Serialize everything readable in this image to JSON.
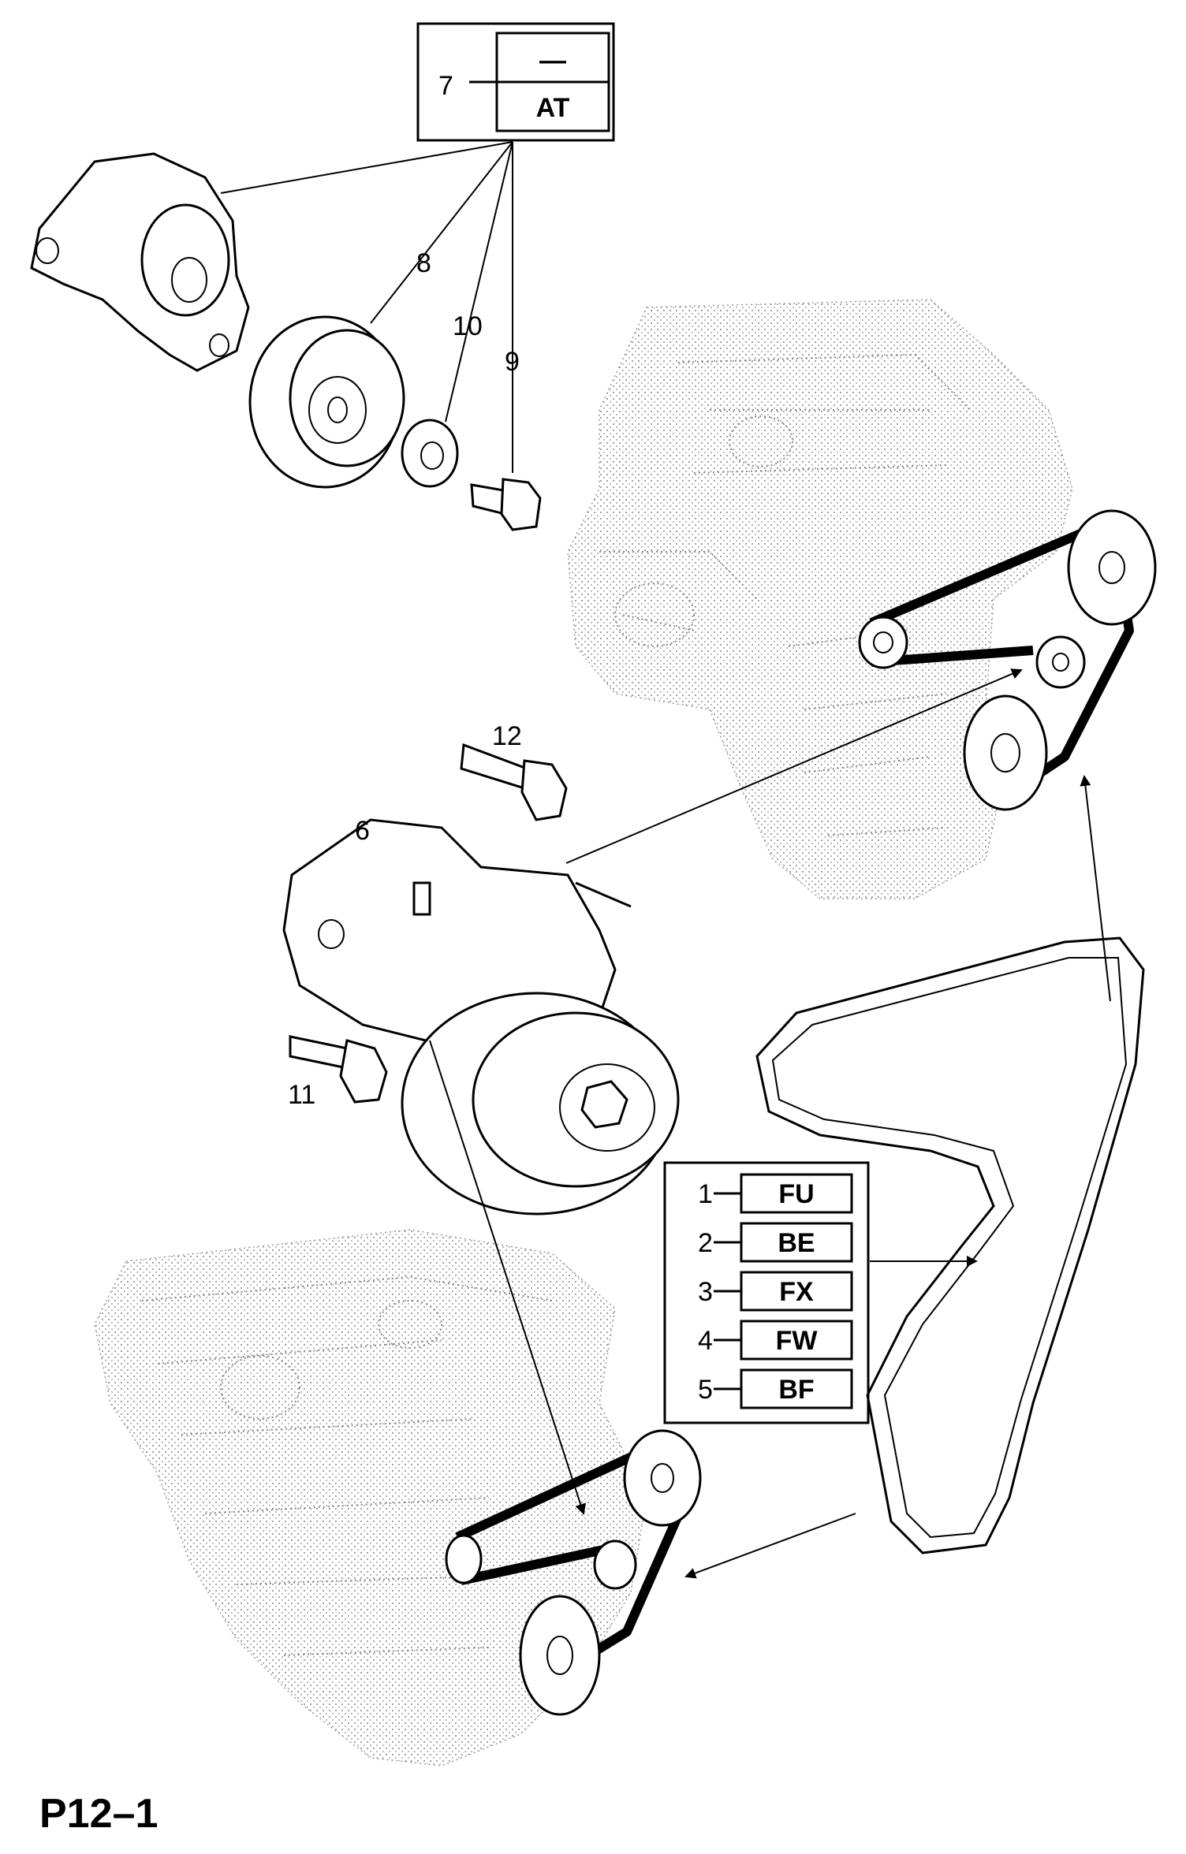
{
  "page_code": "P12–1",
  "callouts": {
    "c6": "6",
    "c7": "7",
    "c8": "8",
    "c9": "9",
    "c10": "10",
    "c11": "11",
    "c12": "12"
  },
  "option_box_7": {
    "top": "—",
    "bottom": "AT"
  },
  "code_table": [
    {
      "num": "1",
      "code": "FU"
    },
    {
      "num": "2",
      "code": "BE"
    },
    {
      "num": "3",
      "code": "FX"
    },
    {
      "num": "4",
      "code": "FW"
    },
    {
      "num": "5",
      "code": "BF"
    }
  ]
}
